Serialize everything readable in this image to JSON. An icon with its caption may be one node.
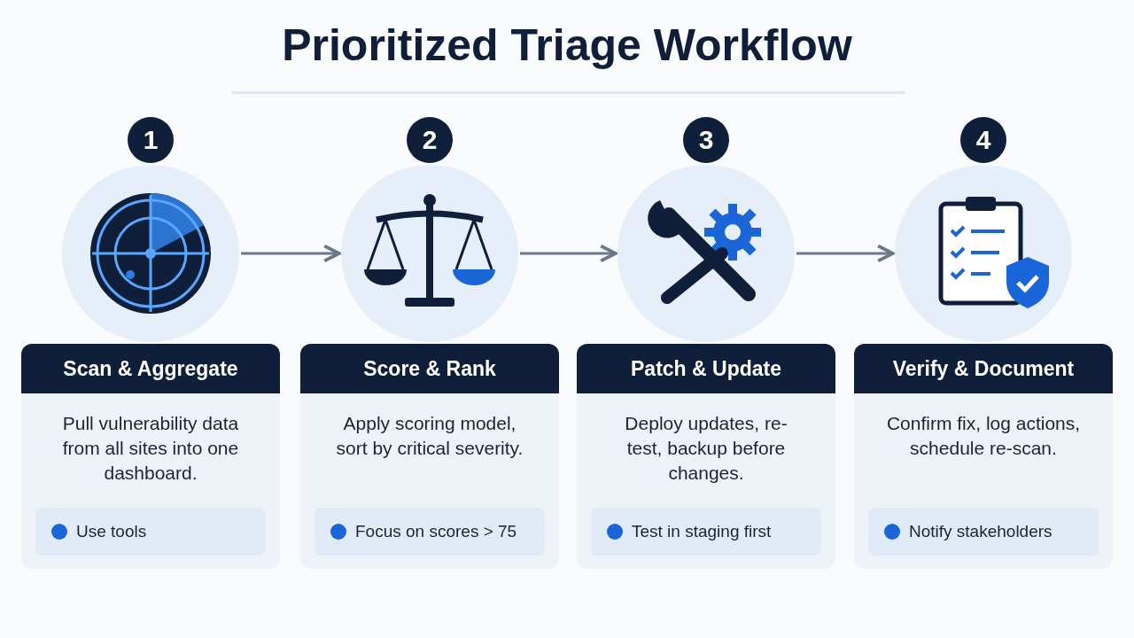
{
  "diagram": {
    "title": "Prioritized Triage Workflow",
    "nodes": [
      {
        "text": [
          "1"
        ]
      },
      {
        "text": [],
        "shape": "circle"
      },
      {
        "text": [
          "Scan & Aggregate",
          "Pull vulnerability data from all sites into one dashboard."
        ]
      },
      {
        "text": [
          "Use tools"
        ],
        "in": 2
      },
      {
        "text": [
          "2"
        ]
      },
      {
        "text": [],
        "shape": "circle"
      },
      {
        "text": [
          "Score & Rank",
          "Apply scoring model, sort by critical severity."
        ]
      },
      {
        "text": [
          "Focus on scores > 75"
        ],
        "in": 6
      },
      {
        "text": [
          "3"
        ]
      },
      {
        "text": [],
        "shape": "circle"
      },
      {
        "text": [
          "Patch & Update",
          "Deploy updates, re-test, backup before changes."
        ]
      },
      {
        "text": [
          "Test in staging first"
        ],
        "in": 10
      },
      {
        "text": [
          "4"
        ]
      },
      {
        "text": [],
        "shape": "circle"
      },
      {
        "text": [
          "Verify & Document",
          "Confirm fix, log actions, schedule re-scan."
        ]
      },
      {
        "text": [
          "Notify stakeholders"
        ],
        "in": 14
      }
    ],
    "edges": [
      {
        "from": 1,
        "to": 5,
        "arrow": "to"
      },
      {
        "from": 5,
        "to": 9,
        "arrow": "to"
      },
      {
        "from": 9,
        "to": 13,
        "arrow": "to"
      }
    ]
  }
}
